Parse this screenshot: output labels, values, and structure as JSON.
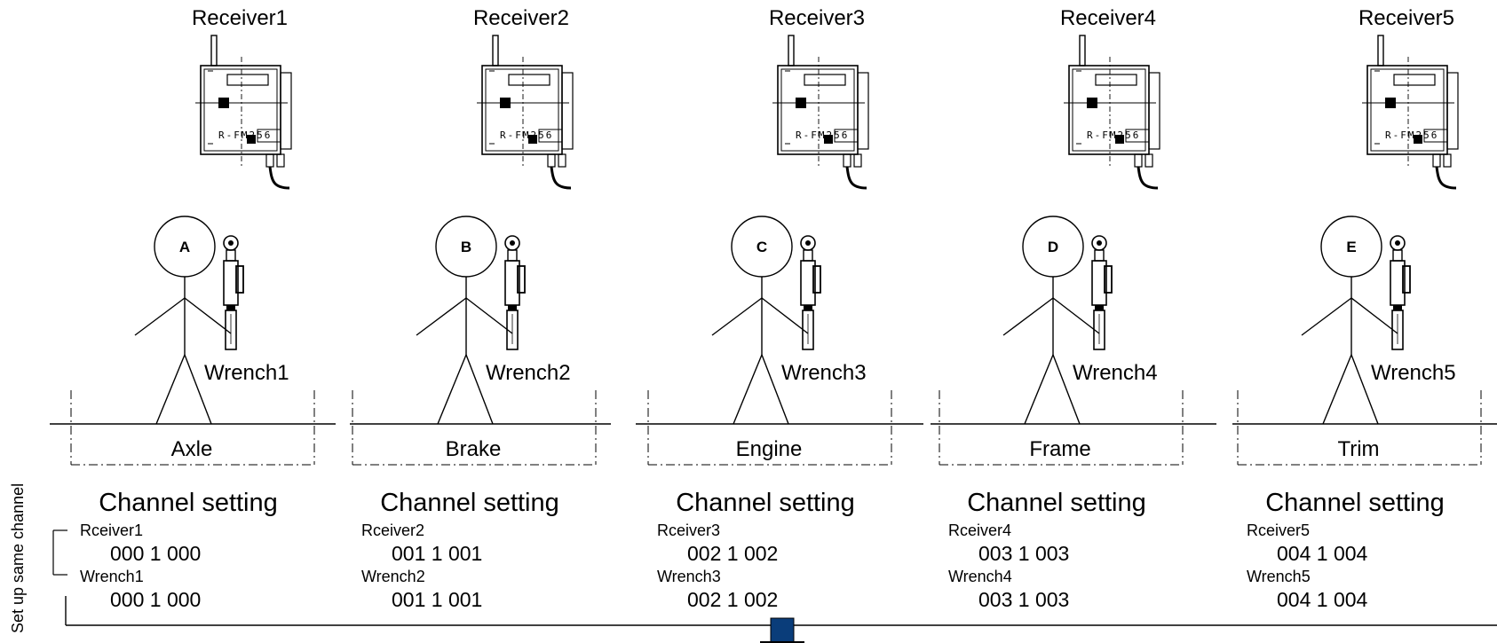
{
  "side_label": "Set up same channel",
  "columns": [
    {
      "receiver": "Receiver1",
      "person": "A",
      "wrench": "Wrench1",
      "station": "Axle",
      "channel_title": "Channel setting",
      "receiver_name": "Rceiver1",
      "receiver_code": "000 1 000",
      "wrench_name": "Wrench1",
      "wrench_code": "000 1 000"
    },
    {
      "receiver": "Receiver2",
      "person": "B",
      "wrench": "Wrench2",
      "station": "Brake",
      "channel_title": "Channel setting",
      "receiver_name": "Rceiver2",
      "receiver_code": "001 1 001",
      "wrench_name": "Wrench2",
      "wrench_code": "001 1 001"
    },
    {
      "receiver": "Receiver3",
      "person": "C",
      "wrench": "Wrench3",
      "station": "Engine",
      "channel_title": "Channel setting",
      "receiver_name": "Rceiver3",
      "receiver_code": "002 1 002",
      "wrench_name": "Wrench3",
      "wrench_code": "002 1 002"
    },
    {
      "receiver": "Receiver4",
      "person": "D",
      "wrench": "Wrench4",
      "station": "Frame",
      "channel_title": "Channel setting",
      "receiver_name": "Rceiver4",
      "receiver_code": "003 1 003",
      "wrench_name": "Wrench4",
      "wrench_code": "003 1 003"
    },
    {
      "receiver": "Receiver5",
      "person": "E",
      "wrench": "Wrench5",
      "station": "Trim",
      "channel_title": "Channel setting",
      "receiver_name": "Rceiver5",
      "receiver_code": "004 1 004",
      "wrench_name": "Wrench5",
      "wrench_code": "004 1 004"
    }
  ],
  "device_text": "R-FM256",
  "colors": {
    "line": "#000000",
    "marker": "#0a3d7a"
  }
}
